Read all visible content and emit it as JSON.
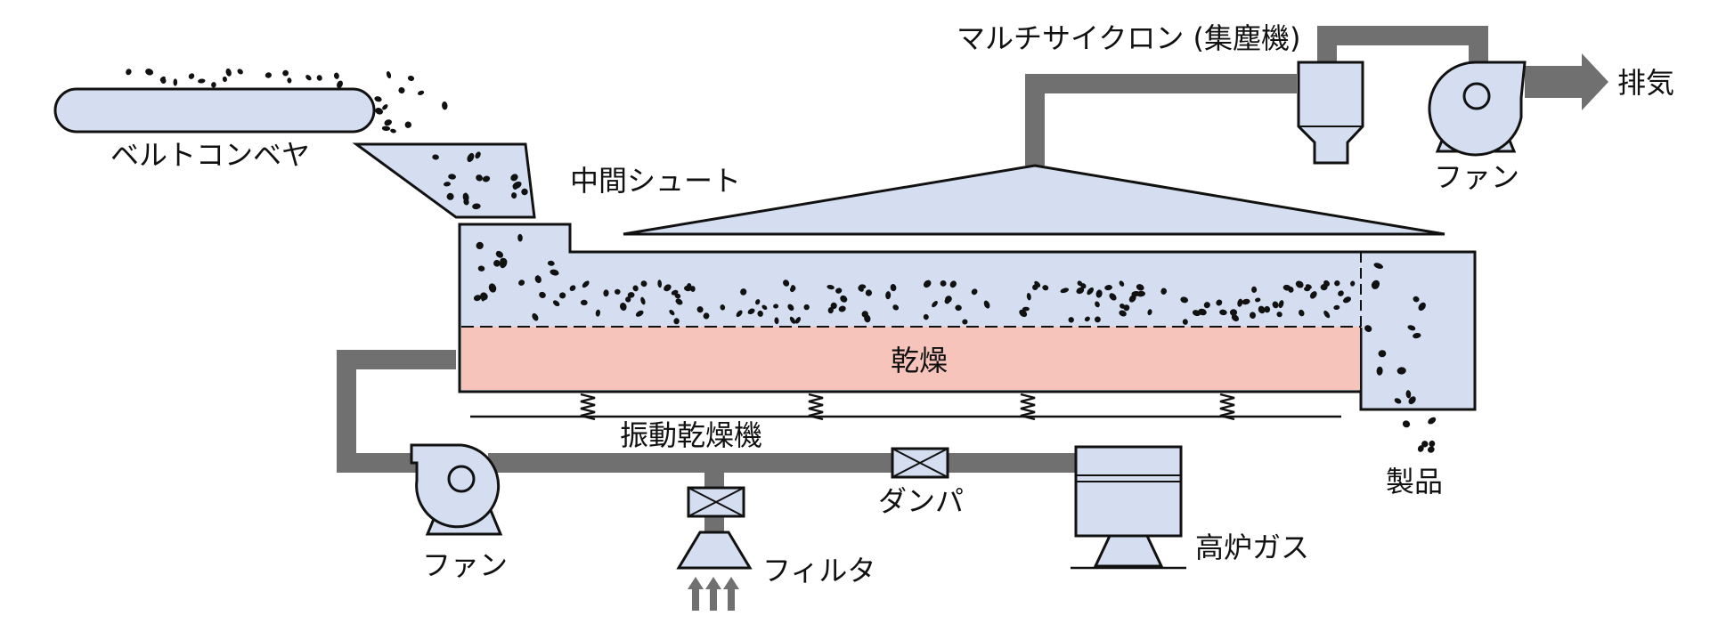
{
  "labels": {
    "belt_conveyor": "ベルトコンベヤ",
    "intermediate_chute": "中間シュート",
    "multicyclone": "マルチサイクロン (集塵機)",
    "exhaust": "排気",
    "fan_top": "ファン",
    "drying": "乾燥",
    "vibrating_dryer": "振動乾燥機",
    "product": "製品",
    "fan_bottom": "ファン",
    "damper": "ダンパ",
    "filter": "フィルタ",
    "blast_furnace_gas": "高炉ガス"
  },
  "colors": {
    "equipment_fill": "#d4def0",
    "drying_zone_fill": "#f6c4bb",
    "duct": "#707070",
    "particles": "#111111",
    "outline": "#111111"
  }
}
